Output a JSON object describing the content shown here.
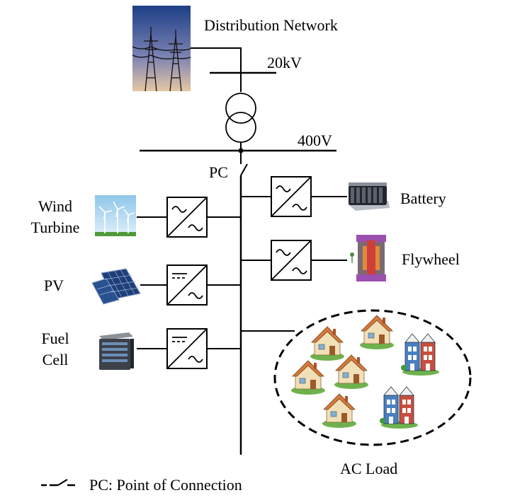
{
  "labels": {
    "distribution_network": "Distribution Network",
    "hv_voltage": "20kV",
    "lv_voltage": "400V",
    "pc": "PC",
    "wind_line1": "Wind",
    "wind_line2": "Turbine",
    "pv": "PV",
    "fuel_line1": "Fuel",
    "fuel_line2": "Cell",
    "battery": "Battery",
    "flywheel": "Flywheel",
    "ac_load": "AC Load",
    "legend": "PC: Point of Connection"
  },
  "icons": {
    "distribution": "power-tower-photo-icon",
    "wind": "wind-turbine-icon",
    "pv": "solar-panel-icon",
    "fuel_cell": "fuel-cell-icon",
    "battery": "battery-bank-icon",
    "flywheel": "flywheel-icon",
    "house": "house-icon",
    "townhouse": "townhouse-icon"
  },
  "colors": {
    "line": "#000000",
    "sky_top": "#1d3f86",
    "sky_bottom": "#e6c7a3",
    "roof": "#d27a3c",
    "wall": "#f1dfb7",
    "grass": "#6fb24d",
    "townhouse": "#4a7fc0"
  }
}
